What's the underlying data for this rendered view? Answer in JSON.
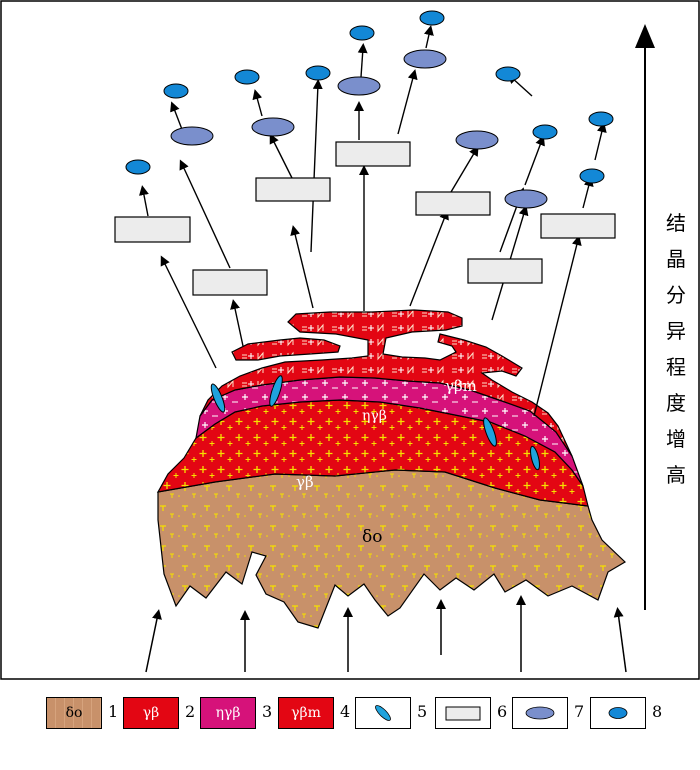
{
  "diagram": {
    "units": {
      "do": "δo",
      "gb": "γβ",
      "ngb": "ηγβ",
      "gbm": "γβm"
    },
    "side_label": [
      "结",
      "晶",
      "分",
      "异",
      "程",
      "度",
      "增",
      "高"
    ]
  },
  "legend": [
    {
      "num": "1",
      "text": "δo",
      "fill": "#c8916a",
      "text_color": "#000"
    },
    {
      "num": "2",
      "text": "γβ",
      "fill": "#e30613",
      "text_color": "#fff"
    },
    {
      "num": "3",
      "text": "ηγβ",
      "fill": "#d6127a",
      "text_color": "#fff"
    },
    {
      "num": "4",
      "text": "γβm",
      "fill": "#e30613",
      "text_color": "#fff"
    },
    {
      "num": "5",
      "text": "",
      "fill": "#fff",
      "text_color": "#000"
    },
    {
      "num": "6",
      "text": "",
      "fill": "#fff",
      "text_color": "#000"
    },
    {
      "num": "7",
      "text": "",
      "fill": "#fff",
      "text_color": "#000"
    },
    {
      "num": "8",
      "text": "",
      "fill": "#fff",
      "text_color": "#000"
    }
  ],
  "colors": {
    "diorite": "#c8916a",
    "granite": "#e30613",
    "monzo": "#d6127a",
    "dyke": "#1fa3dd",
    "rect_fill": "#ececec",
    "ellipse_large": "#7a8fcc",
    "ellipse_small": "#1388d6"
  }
}
